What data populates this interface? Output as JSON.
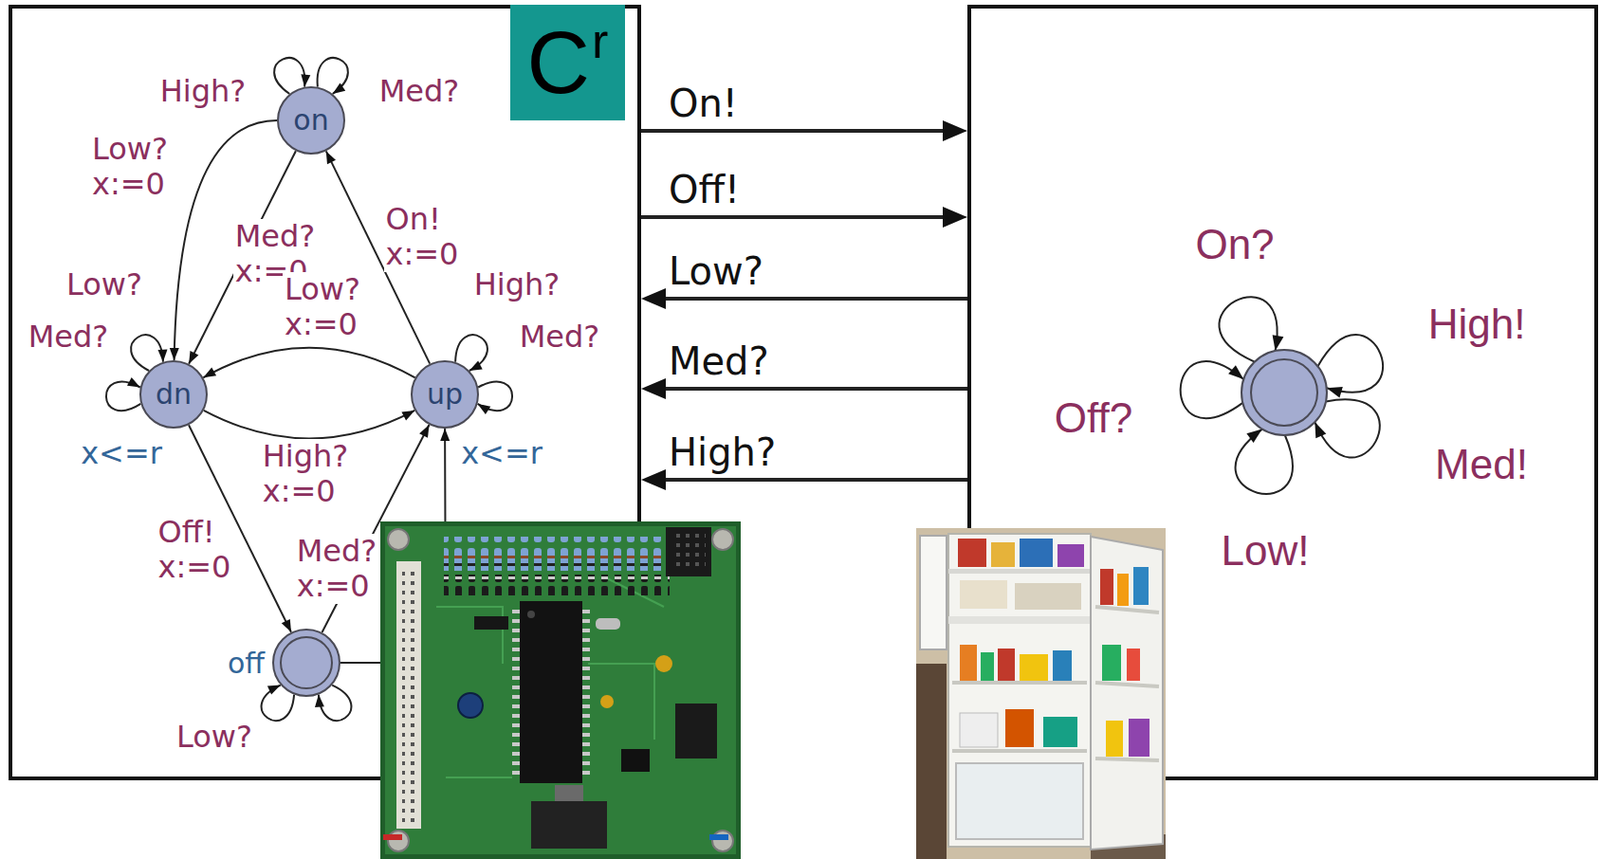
{
  "diagram": {
    "nodes": [
      {
        "text": [
          "C",
          "r"
        ]
      },
      {
        "text": [
          "on"
        ],
        "in": 0
      },
      {
        "text": [
          "dn"
        ],
        "in": 0
      },
      {
        "text": [
          "up"
        ],
        "in": 0
      },
      {
        "text": [
          "off"
        ],
        "in": 0
      },
      {
        "text": [
          "On?",
          "High!",
          "Off?",
          "Med!",
          "Low!"
        ]
      }
    ],
    "edges": [
      {
        "from": 0,
        "to": 5,
        "label": "On!",
        "arrow": "to"
      },
      {
        "from": 0,
        "to": 5,
        "label": "Off!",
        "arrow": "to"
      },
      {
        "from": 5,
        "to": 0,
        "label": "Low?",
        "arrow": "to"
      },
      {
        "from": 5,
        "to": 0,
        "label": "Med?",
        "arrow": "to"
      },
      {
        "from": 5,
        "to": 0,
        "label": "High?",
        "arrow": "to"
      },
      {
        "from": 1,
        "to": 1,
        "label": "High?",
        "arrow": "to"
      },
      {
        "from": 1,
        "to": 1,
        "label": "Med?",
        "arrow": "to"
      },
      {
        "from": 1,
        "to": 2,
        "label": "Low? x:=0",
        "arrow": "to"
      },
      {
        "from": 1,
        "to": 2,
        "label": "Med? x:=0",
        "arrow": "to"
      },
      {
        "from": 3,
        "to": 1,
        "label": "On! x:=0",
        "arrow": "to"
      },
      {
        "from": 2,
        "to": 2,
        "label": "Low?",
        "arrow": "to"
      },
      {
        "from": 2,
        "to": 2,
        "label": "Med?",
        "arrow": "to"
      },
      {
        "from": 3,
        "to": 3,
        "label": "High?",
        "arrow": "to"
      },
      {
        "from": 3,
        "to": 3,
        "label": "Med?",
        "arrow": "to"
      },
      {
        "from": 3,
        "to": 2,
        "label": "Low? x:=0",
        "arrow": "to"
      },
      {
        "from": 2,
        "to": 3,
        "label": "High? x:=0",
        "arrow": "to"
      },
      {
        "from": 2,
        "to": 4,
        "label": "Off! x:=0",
        "arrow": "to"
      },
      {
        "from": 4,
        "to": 3,
        "label": "Med? x:=0",
        "arrow": "to"
      },
      {
        "from": 4,
        "to": 4,
        "label": "Low?",
        "arrow": "to"
      },
      {
        "from": 4,
        "to": 4,
        "arrow": "to"
      },
      {
        "from": 4,
        "to": 3,
        "arrow": "to"
      }
    ],
    "labels": [
      "x<=r",
      "x<=r"
    ]
  }
}
